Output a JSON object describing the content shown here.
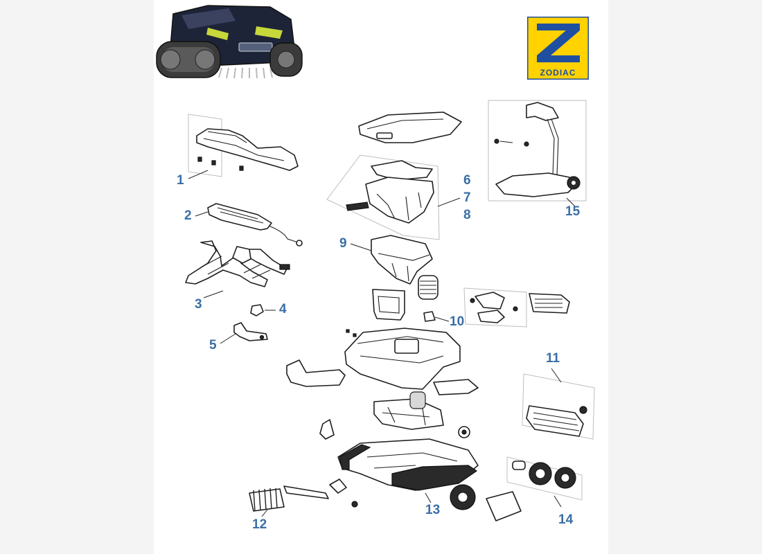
{
  "brand": {
    "name": "ZODIAC",
    "colors": {
      "blue": "#1f4fa0",
      "yellow": "#ffd200",
      "label": "#3a6ea5"
    }
  },
  "callouts": [
    "1",
    "2",
    "3",
    "4",
    "5",
    "6",
    "7",
    "8",
    "9",
    "10",
    "11",
    "12",
    "13",
    "14",
    "15"
  ],
  "theme": {
    "label_color": "#3a6ea5",
    "line_color": "#1e1e1e"
  }
}
